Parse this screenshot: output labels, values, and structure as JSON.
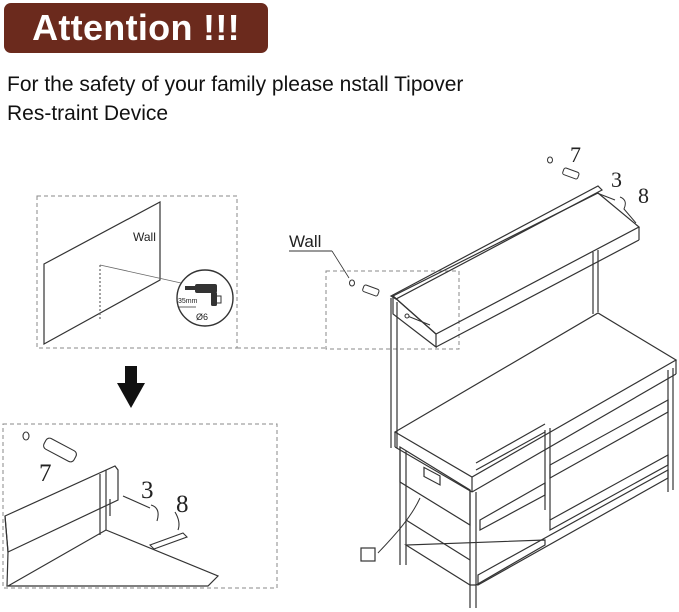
{
  "banner": {
    "title": "Attention !!!",
    "color": "#6b2a1d"
  },
  "notice": {
    "line1": "For the safety of your family please nstall Tipover",
    "line2": "Res-traint Device"
  },
  "labels": {
    "wall_main": "Wall",
    "wall_inset": "Wall",
    "drill_depth": "35mm",
    "drill_dia": "Ø6",
    "part_anchor": "7",
    "part_screw": "3",
    "part_bracket": "8"
  },
  "icons": [
    "down-arrow-icon",
    "drill-icon"
  ]
}
